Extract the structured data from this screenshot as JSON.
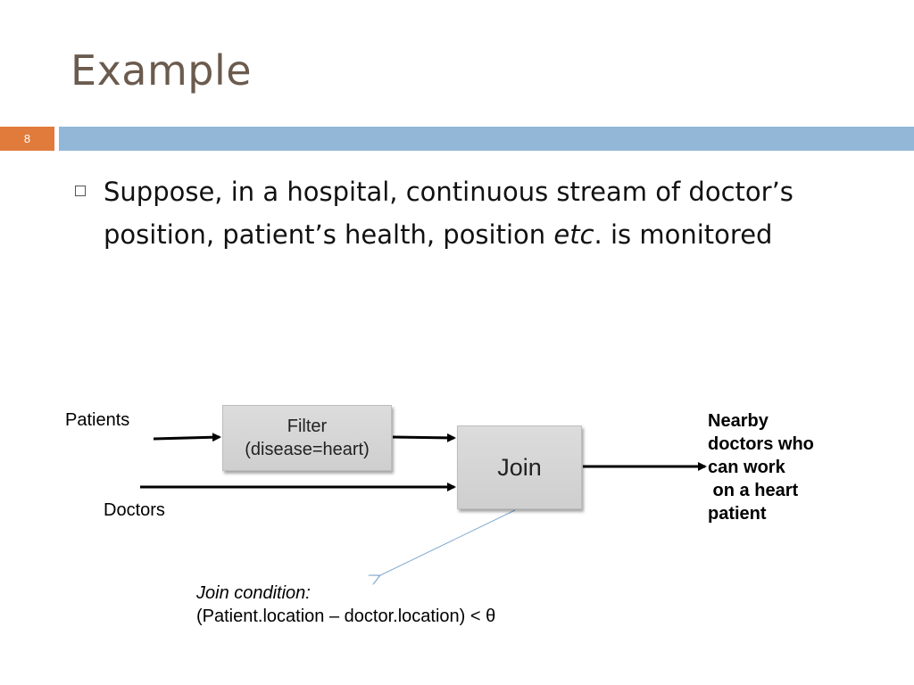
{
  "slide": {
    "title": "Example",
    "page_number": "8"
  },
  "bullet": {
    "lead": "Suppose, in a hospital, continuous stream of doctor’s position, patient’s health, position ",
    "etc": "etc",
    "tail": ". is monitored"
  },
  "diagram": {
    "patients_label": "Patients",
    "doctors_label": "Doctors",
    "filter_label": "Filter",
    "filter_condition": "(disease=heart)",
    "join_label": "Join",
    "output_label": "Nearby\ndoctors who\ncan work\n on a heart\npatient",
    "join_condition_title": "Join condition:",
    "join_condition_expr": "(Patient.location – doctor.location) < θ"
  },
  "colors": {
    "title": "#6b5b4e",
    "page_number_bg": "#e07b3c",
    "header_bar": "#93b7d6",
    "box_fill": "#d6d6d6",
    "callout_line": "#7fa9cf"
  }
}
